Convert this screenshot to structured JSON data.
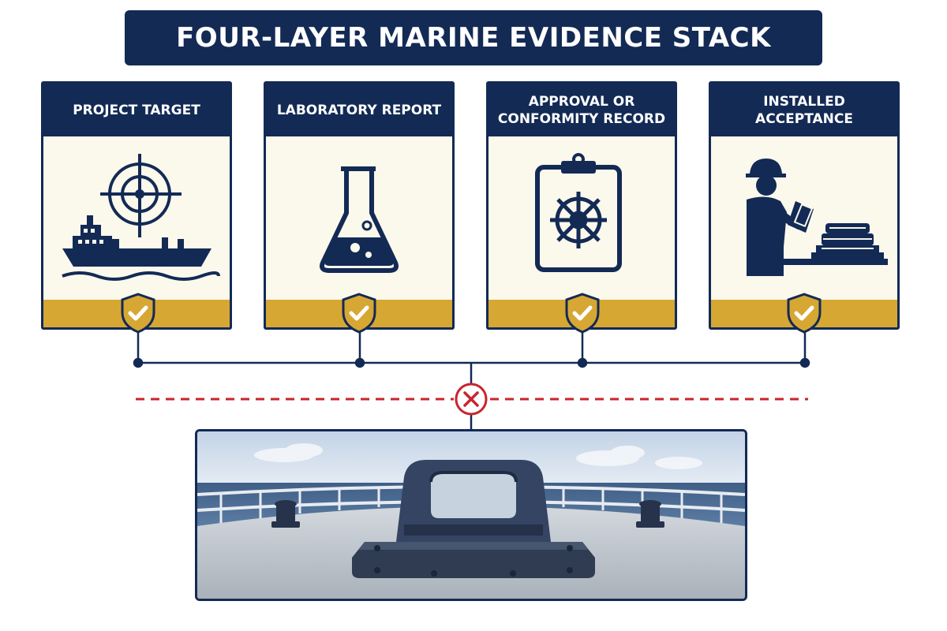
{
  "title": "FOUR-LAYER MARINE EVIDENCE STACK",
  "cards": [
    {
      "label": "PROJECT TARGET",
      "icon": "ship-target-icon"
    },
    {
      "label": "LABORATORY REPORT",
      "icon": "flask-icon"
    },
    {
      "label": "APPROVAL OR CONFORMITY RECORD",
      "icon": "clipboard-wheel-icon"
    },
    {
      "label": "INSTALLED ACCEPTANCE",
      "icon": "inspector-icon"
    }
  ],
  "status": {
    "layers": "shield-check-icon",
    "gap": "x-circle-icon"
  },
  "scene": {
    "icon": "deck-fitting-icon"
  },
  "colors": {
    "navy": "#132a55",
    "gold": "#d6a733",
    "cream": "#fbf8ec",
    "red": "#c8242c"
  }
}
